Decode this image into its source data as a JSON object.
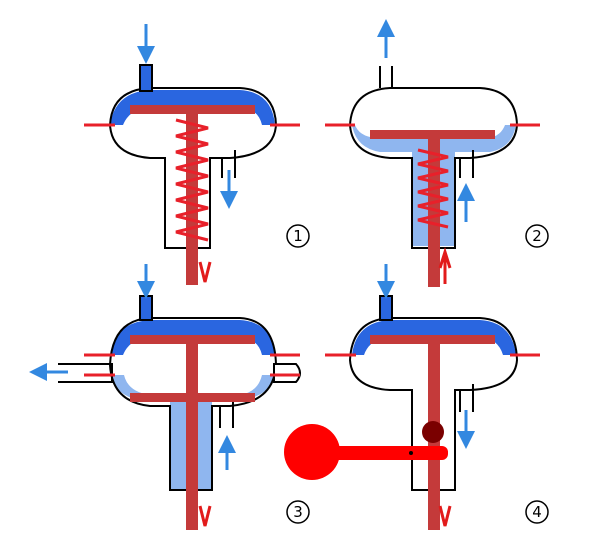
{
  "colors": {
    "air": "#2a66e0",
    "air_light": "#8fb6ef",
    "arrow_blue": "#3388e0",
    "spring": "#e8202a",
    "stem": "#c43a3a",
    "arrow_red": "#e21b1b",
    "weight": "#ff0000",
    "pivot": "#7a0000",
    "outline": "#000000"
  },
  "panels": [
    {
      "number": "1",
      "icon": "spring-return-actuator-vented-icon"
    },
    {
      "number": "2",
      "icon": "spring-return-actuator-reverse-icon"
    },
    {
      "number": "3",
      "icon": "double-diaphragm-actuator-icon"
    },
    {
      "number": "4",
      "icon": "weighted-lever-actuator-icon"
    }
  ]
}
